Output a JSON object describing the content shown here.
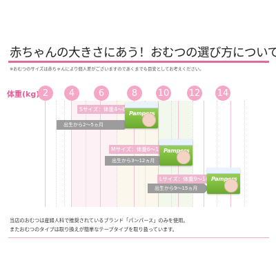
{
  "title": "赤ちゃんの大きさにあう！おむつの選び方について",
  "note": "※おむつのサイズは赤ちゃんにより個人差がございますのであくまでも目安としてお考えください。",
  "weight_label": "体重(kg)",
  "weights": [
    "2",
    "4",
    "6",
    "8",
    "10",
    "12",
    "14"
  ],
  "sizes": [
    {
      "label": "Sサイズ：体重4～8kg",
      "age": "出生から2～5ヵ月",
      "brand": "Pampers"
    },
    {
      "label": "Mサイズ：体重6～11kg",
      "age": "出生から3～12ヵ月",
      "brand": "Pampers"
    },
    {
      "label": "Lサイズ：体重9～14kg",
      "age": "出生から9～15ヵ月",
      "brand": "Pampers"
    }
  ],
  "footer": [
    "当店のおむつは産婦人科で推奨されているブランド「パンパース」のみを使用。",
    "またおむつのタイプは取り換えが簡単なテープタイプを取り扱っています。"
  ],
  "colors": {
    "accent": "#e06a9e",
    "circle": "#f4a7c6",
    "arrow": "#9c9c9c",
    "package": "#7fbf3f"
  }
}
